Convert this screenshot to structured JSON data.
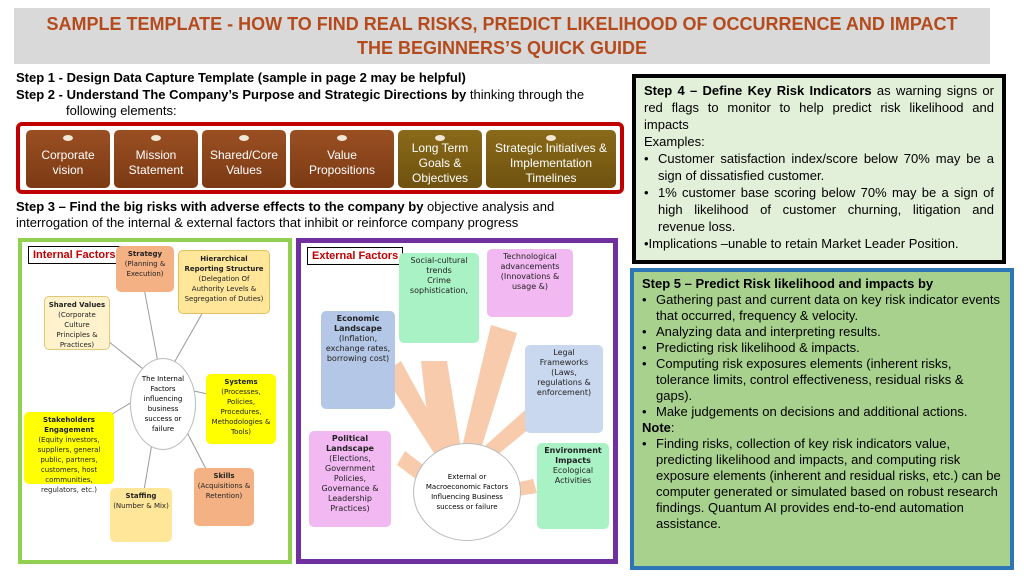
{
  "title": {
    "line1": "SAMPLE TEMPLATE - HOW TO FIND REAL RISKS, PREDICT LIKELIHOOD OF OCCURRENCE AND IMPACT",
    "line2": "THE  BEGINNERS’S QUICK GUIDE"
  },
  "step1": "Step 1 - Design Data Capture Template (sample in page 2 may be helpful)",
  "step2": {
    "bold": "Step 2 - Understand  The Company’s Purpose and Strategic Directions by",
    "rest": " thinking through the",
    "line2": "following elements:"
  },
  "elements": [
    "Corporate vision",
    "Mission Statement",
    "Shared/Core Values",
    "Value Propositions",
    "Long Term Goals & Objectives",
    "Strategic Initiatives & Implementation Timelines"
  ],
  "step3": {
    "bold": "Step 3 – Find  the big risks with adverse effects to the company by",
    "rest": " objective analysis and",
    "line2": "interrogation of the internal & external factors that inhibit or reinforce company progress"
  },
  "internal": {
    "tag": "Internal Factors",
    "center": "The Internal Factors influencing business success or failure",
    "strategy": {
      "title": "Strategy",
      "sub": "(Planning & Execution)"
    },
    "hierarchical": {
      "title": "Hierarchical Reporting Structure",
      "sub": "(Delegation Of Authority Levels & Segregation of Duties)"
    },
    "shared": {
      "title": "Shared Values",
      "sub": "(Corporate Culture Principles & Practices)"
    },
    "systems": {
      "title": "Systems",
      "sub": "(Processes, Policies, Procedures, Methodologies & Tools)"
    },
    "stakeholders": {
      "title": "Stakeholders Engagement",
      "sub": "(Equity investors, suppliers, general public, partners, customers, host communities, regulators, etc.)"
    },
    "skills": {
      "title": "Skills",
      "sub": "(Acquisitions & Retention)"
    },
    "staffing": {
      "title": "Staffing",
      "sub": "(Number & Mix)"
    }
  },
  "external": {
    "tag": "External Factors",
    "center": "External or Macroeconomic Factors Influencing Business success or failure",
    "social": {
      "title": "Social-cultural trends",
      "sub": "Crime sophistication,"
    },
    "tech": {
      "title": "Technological advancements",
      "sub": "(Innovations & usage &)"
    },
    "economic": {
      "title": "Economic Landscape",
      "sub": "(Inflation, exchange rates, borrowing cost)"
    },
    "legal": {
      "title": "Legal  Frameworks",
      "sub": "(Laws, regulations & enforcement)"
    },
    "political": {
      "title": "Political Landscape",
      "sub": "(Elections, Government Policies, Governance & Leadership Practices)"
    },
    "environment": {
      "title": "Environment Impacts",
      "sub": "Ecological Activities"
    }
  },
  "step4": {
    "bold": "Step 4 – Define Key Risk Indicators",
    "rest": "  as warning signs or red flags to monitor to help predict risk likelihood and impacts",
    "examples_label": "Examples:",
    "bullets": [
      "Customer satisfaction index/score below 70% may be a sign of dissatisfied customer.",
      "1% customer base scoring below 70% may be a sign of high likelihood of customer churning, litigation and revenue loss."
    ],
    "implications": "•Implications –unable to retain Market Leader Position."
  },
  "step5": {
    "heading": "Step 5 –  Predict Risk likelihood and impacts by",
    "bullets": [
      "Gathering past and current data on key risk indicator events that occurred, frequency & velocity.",
      "Analyzing data and  interpreting results.",
      "Predicting risk likelihood & impacts.",
      "Computing  risk exposures elements (inherent risks, tolerance limits, control effectiveness, residual risks & gaps).",
      "Make judgements on decisions and additional actions."
    ],
    "note_label": "Note",
    "note_colon": ":",
    "note_bullet": "Finding risks, collection of key risk indicators value, predicting likelihood and impacts, and computing risk exposure elements (inherent and residual risks, etc.) can be computer generated or simulated  based on robust research findings. Quantum AI  provides end-to-end automation assistance."
  },
  "colors": {
    "title_text": "#b54a1c",
    "title_bg": "#d9d9d9",
    "red_border": "#c00000",
    "green_border": "#92d050",
    "purple_border": "#7030a0",
    "blue_border": "#2e75b6",
    "step4_bg": "#e2efd9",
    "step5_bg": "#a9d18e"
  }
}
